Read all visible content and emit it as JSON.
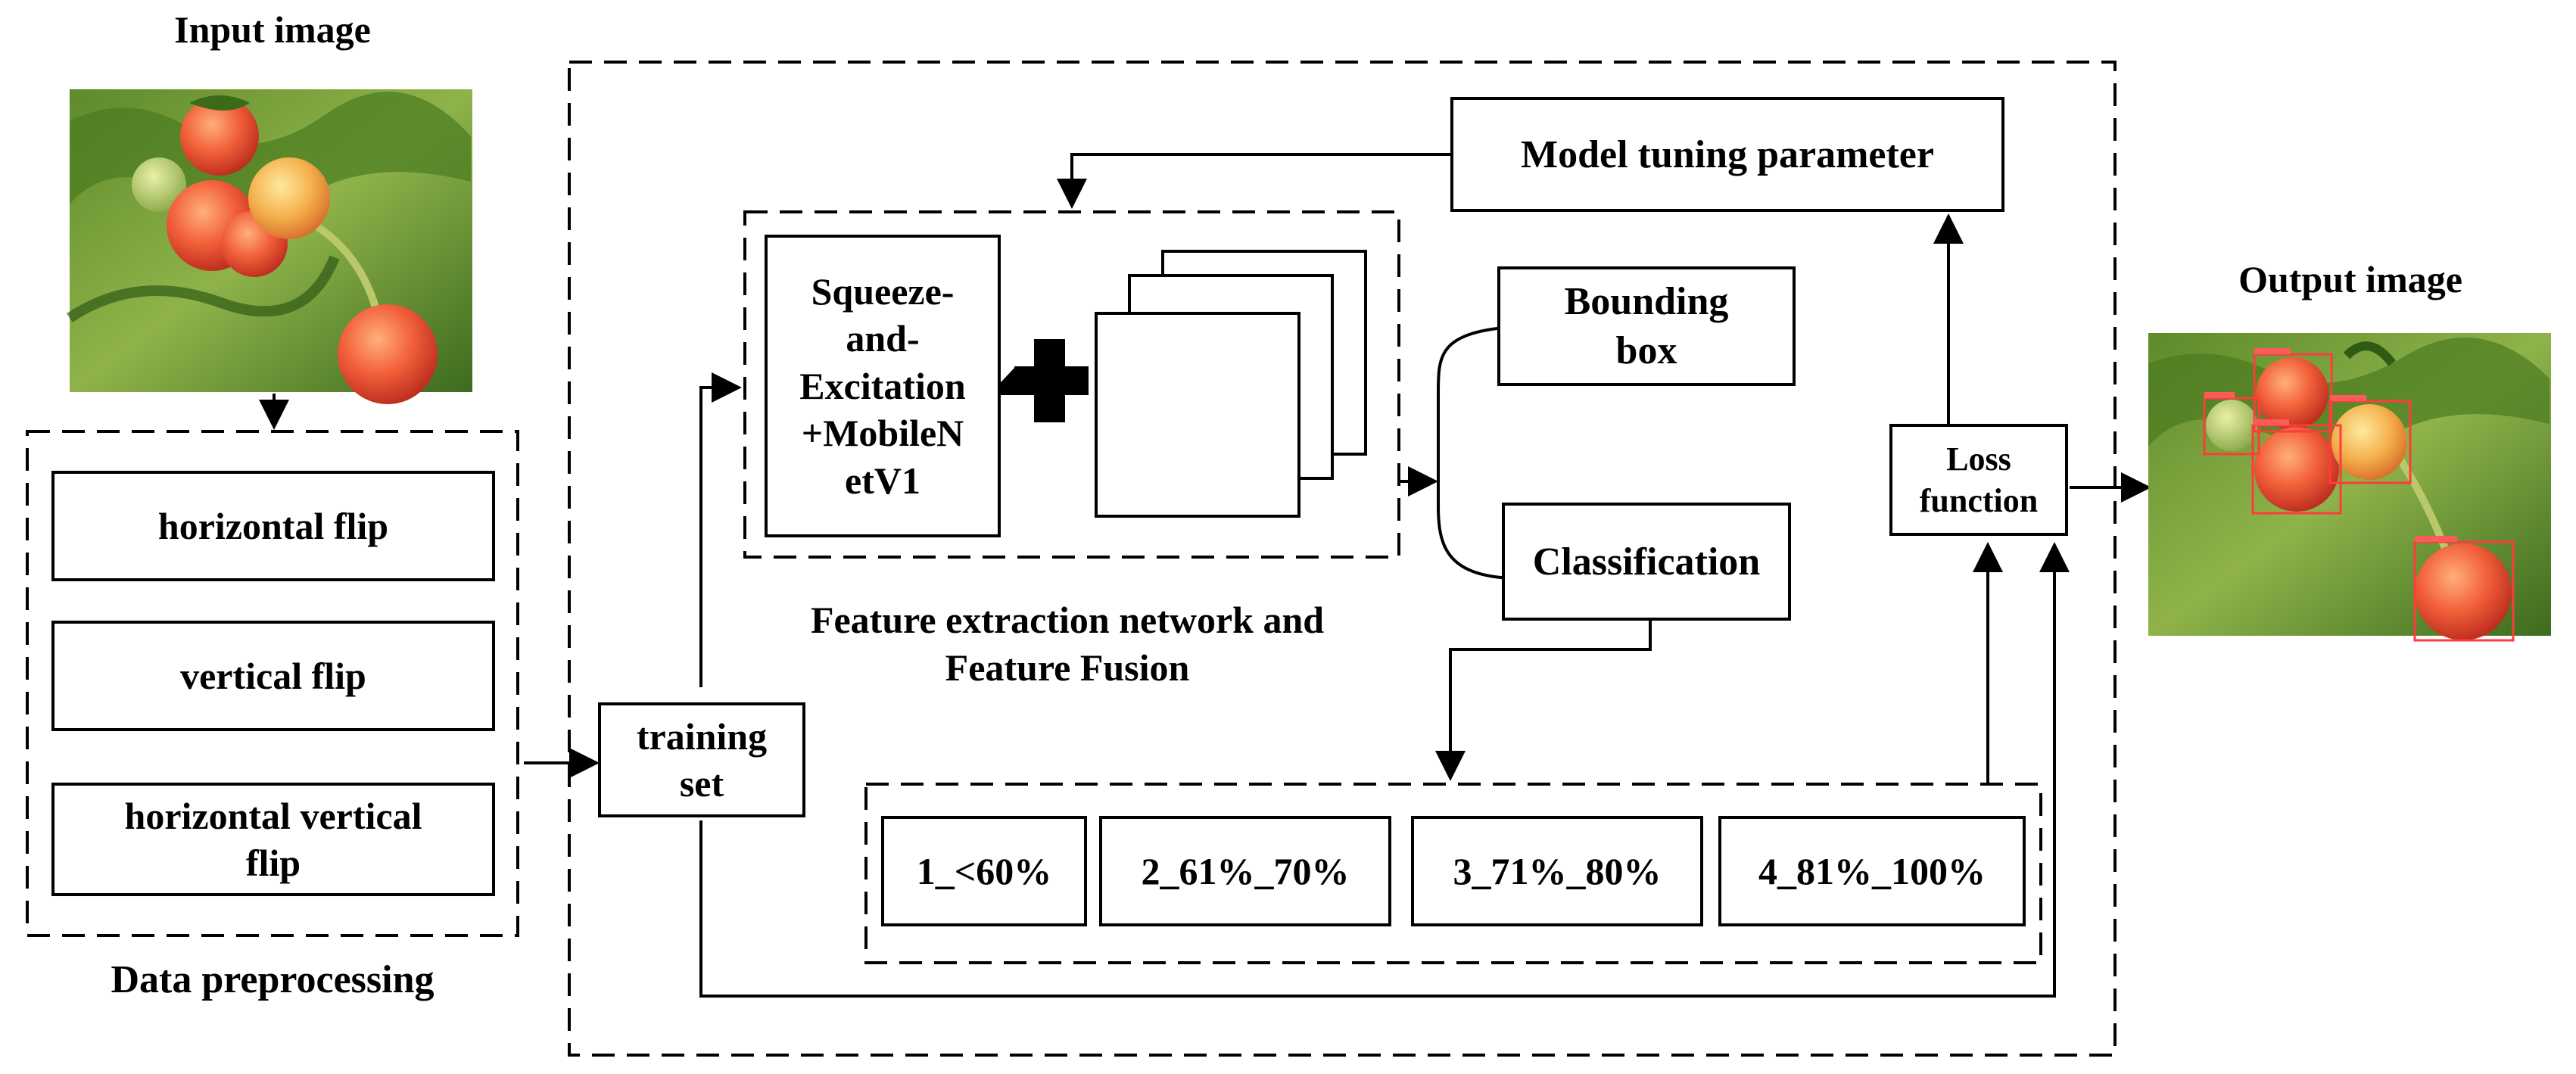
{
  "input": {
    "title": "Input image"
  },
  "preprocessing": {
    "title": "Data preprocessing",
    "items": [
      "horizontal flip",
      "vertical flip",
      "horizontal vertical",
      "flip"
    ]
  },
  "training_set": {
    "line1": "training",
    "line2": "set"
  },
  "model_tuning": {
    "label": "Model tuning parameter"
  },
  "feature_network": {
    "se_block": [
      "Squeeze-",
      "and-",
      "Excitation",
      "+MobileN",
      "etV1"
    ],
    "caption_line1": "Feature extraction network and",
    "caption_line2": "Feature Fusion"
  },
  "heads": {
    "bbox_line1": "Bounding",
    "bbox_line2": "box",
    "classification": "Classification"
  },
  "loss": {
    "line1": "Loss",
    "line2": "function"
  },
  "classes": [
    "1_<60%",
    "2_61%_70%",
    "3_71%_80%",
    "4_81%_100%"
  ],
  "output": {
    "title": "Output image"
  }
}
